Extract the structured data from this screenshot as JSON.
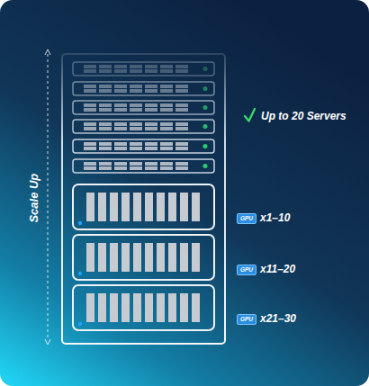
{
  "diagram": {
    "nodes": [
      {
        "text": [
          "GPU"
        ]
      },
      {
        "text": [
          "GPU"
        ]
      },
      {
        "text": [
          "GPU"
        ]
      }
    ],
    "labels": [
      "Scale Up",
      "Up to 20 Servers",
      "x1–10",
      "x11–20",
      "x21–30"
    ]
  }
}
